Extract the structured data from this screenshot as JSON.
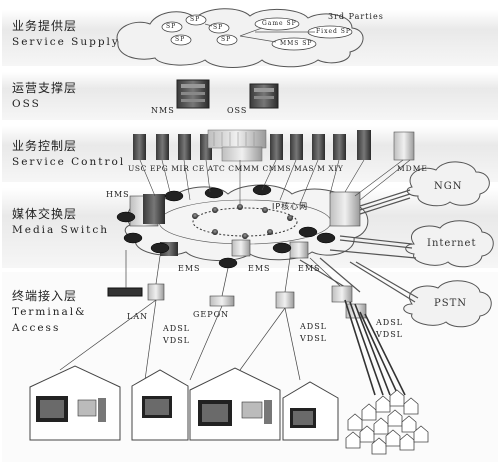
{
  "layers": [
    {
      "zh": "业务提供层",
      "en": "Service Supply"
    },
    {
      "zh": "运营支撑层",
      "en": "OSS"
    },
    {
      "zh": "业务控制层",
      "en": "Service Control"
    },
    {
      "zh": "媒体交换层",
      "en": "Media Switch"
    },
    {
      "zh": "终端接入层",
      "en": "Terminal&",
      "en2": "Access"
    }
  ],
  "service_supply": {
    "third_parties": "3rd Parties",
    "sp_labels": [
      "SP",
      "SP",
      "SP",
      "Game SP",
      "SP",
      "SP",
      "MMS SP",
      "Fixed SP"
    ]
  },
  "oss": {
    "nms": "NMS",
    "oss": "OSS"
  },
  "service_control": {
    "labels": "USC EPG MIR CE ATC CMMM CMMS MAS M XIY",
    "mdme": "MDME"
  },
  "media_switch": {
    "hms": "HMS",
    "core": "IP核心网",
    "ems": [
      "EMS",
      "EMS",
      "EMS"
    ]
  },
  "clouds": {
    "ngn": "NGN",
    "internet": "Internet",
    "pstn": "PSTN"
  },
  "access": {
    "lan": "LAN",
    "gepon": "GEPON",
    "adsl_vdsl": [
      "ADSL",
      "VDSL"
    ]
  }
}
